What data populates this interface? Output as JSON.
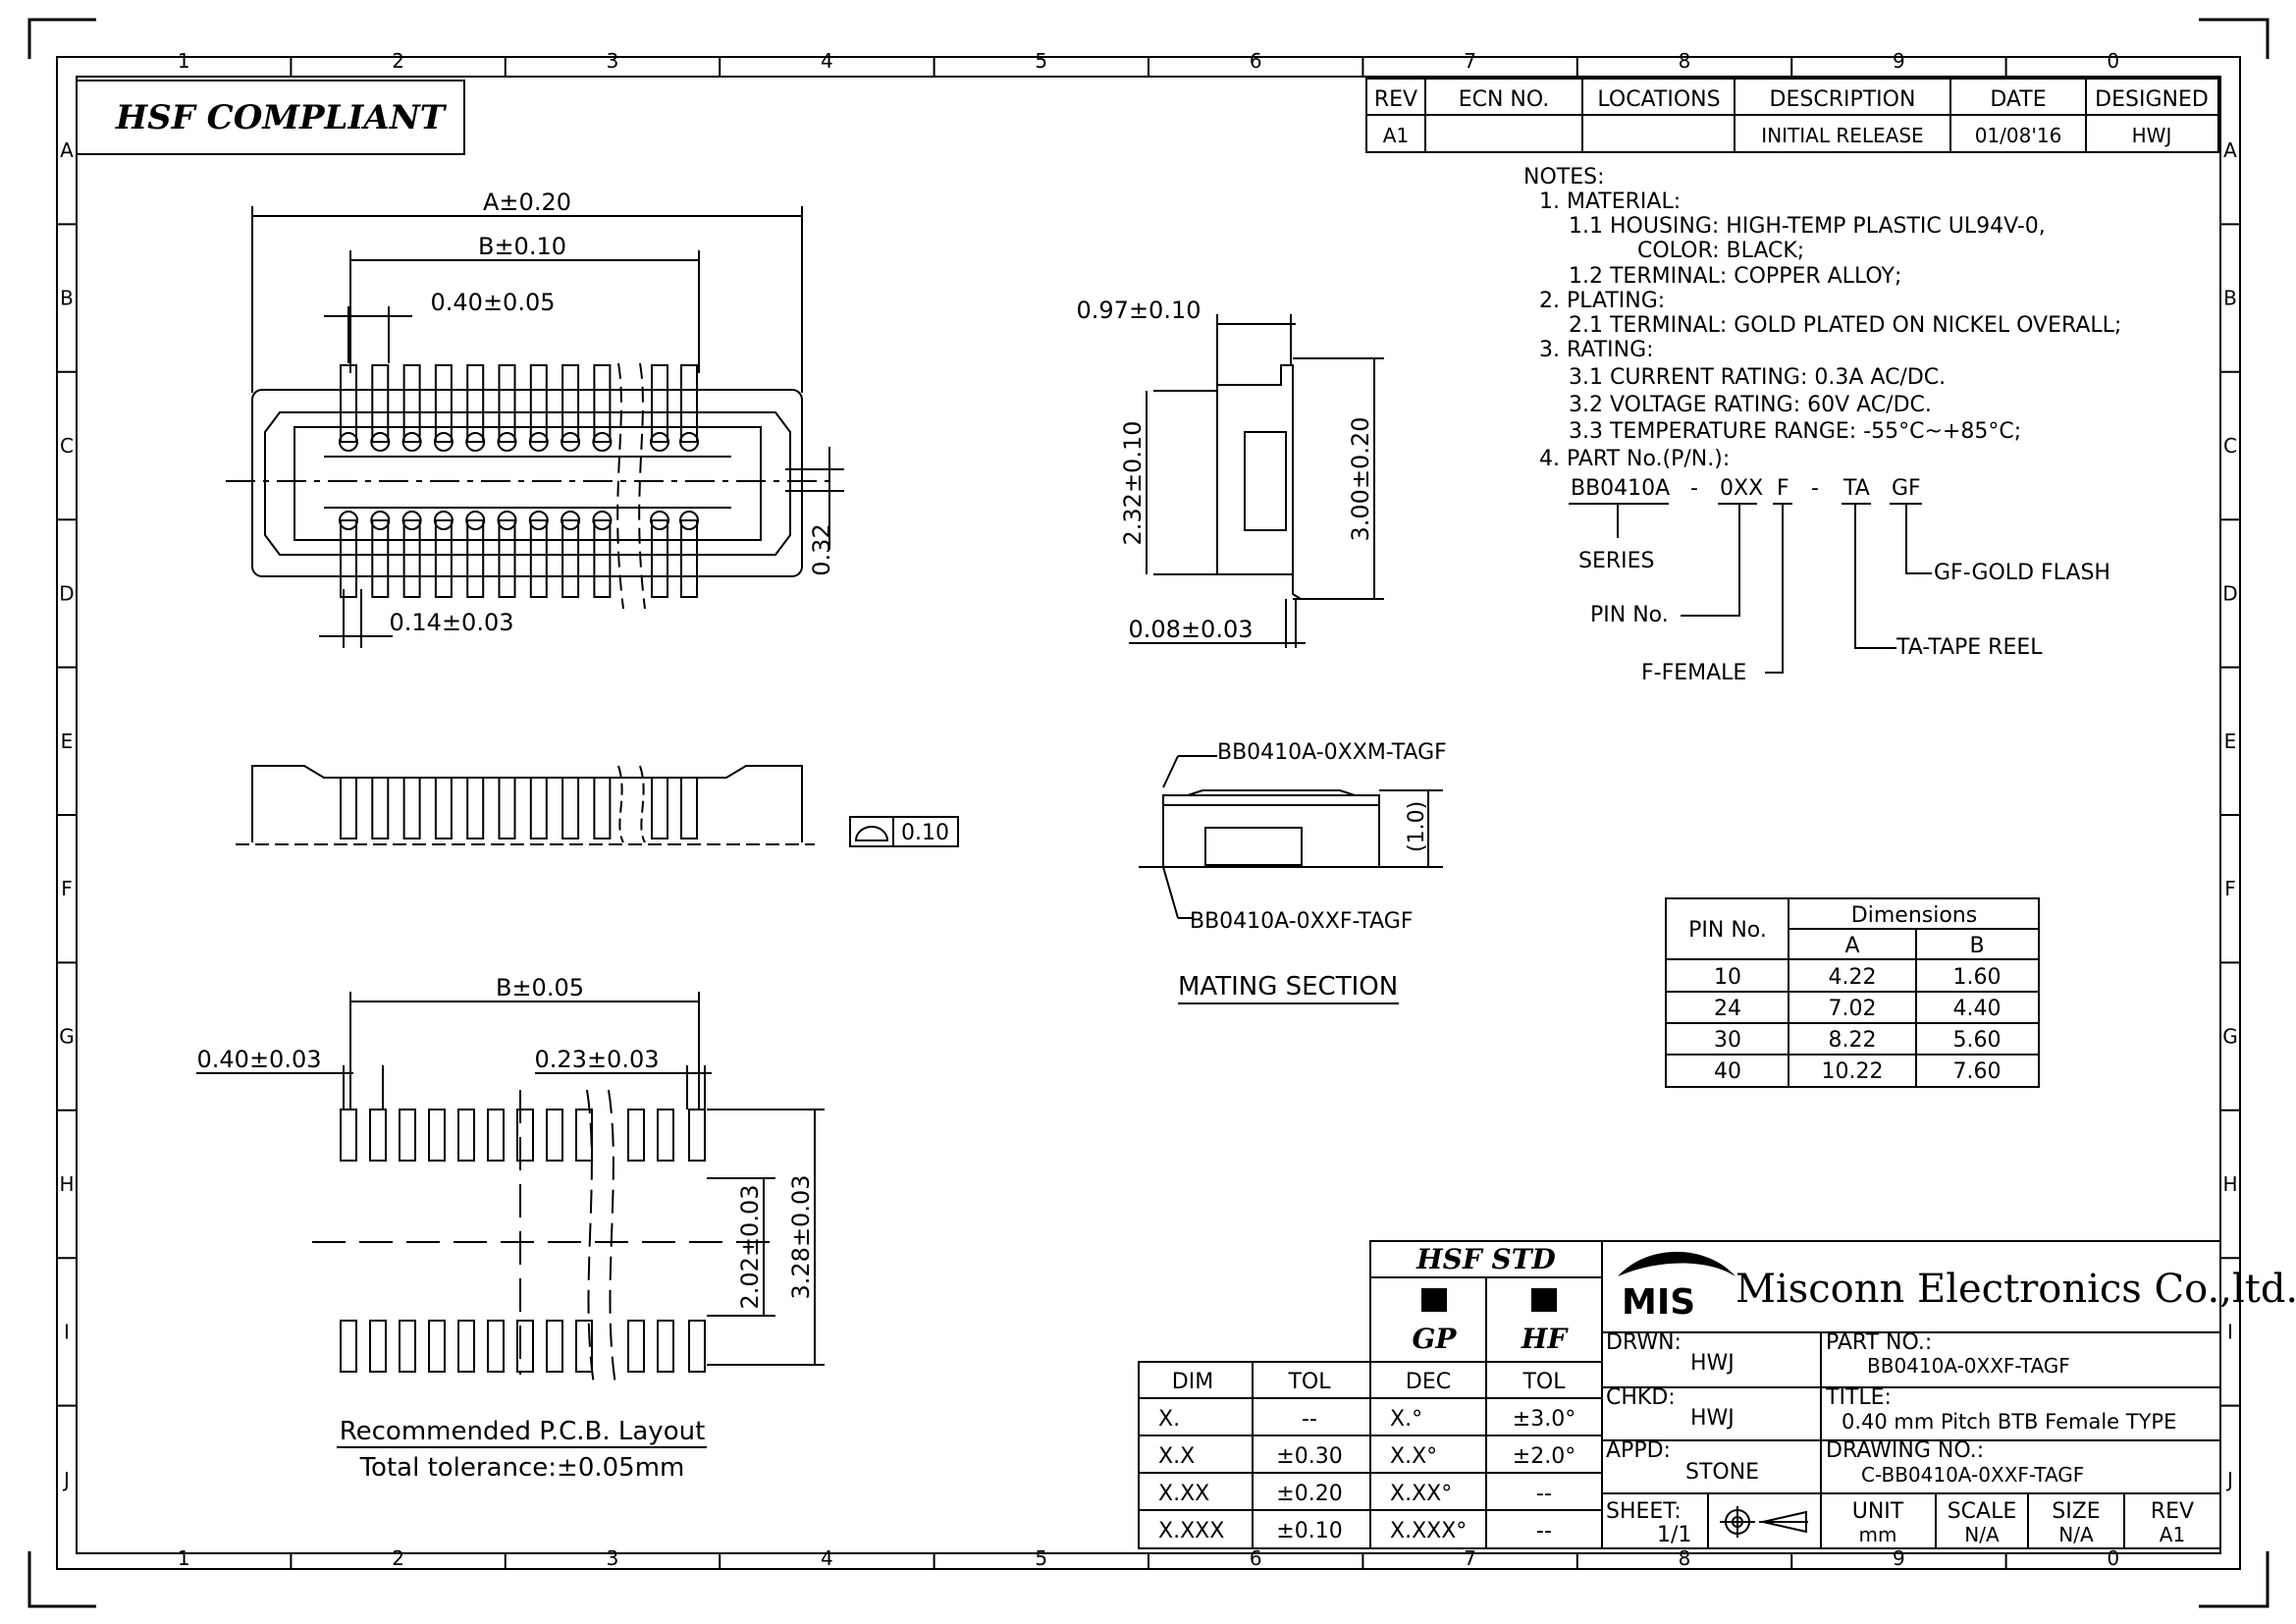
{
  "frame": {
    "columns": [
      "1",
      "2",
      "3",
      "4",
      "5",
      "6",
      "7",
      "8",
      "9",
      "0"
    ],
    "rows": [
      "A",
      "B",
      "C",
      "D",
      "E",
      "F",
      "G",
      "H",
      "I",
      "J"
    ]
  },
  "compliance_label": "HSF COMPLIANT",
  "revision_table": {
    "headers": [
      "REV",
      "ECN NO.",
      "LOCATIONS",
      "DESCRIPTION",
      "DATE",
      "DESIGNED"
    ],
    "rows": [
      [
        "A1",
        "",
        "",
        "INITIAL RELEASE",
        "01/08'16",
        "HWJ"
      ]
    ]
  },
  "notes": {
    "heading": "NOTES:",
    "lines": [
      "1. MATERIAL:",
      "1.1 HOUSING: HIGH-TEMP PLASTIC UL94V-0,",
      "COLOR: BLACK;",
      "1.2 TERMINAL: COPPER ALLOY;",
      "2. PLATING:",
      "2.1 TERMINAL: GOLD PLATED ON NICKEL OVERALL;",
      "3. RATING:",
      "3.1 CURRENT RATING: 0.3A AC/DC.",
      "3.2 VOLTAGE RATING: 60V AC/DC.",
      "3.3 TEMPERATURE RANGE: -55°C~+85°C;",
      "4. PART No.(P/N.):"
    ]
  },
  "part_code": {
    "segments": [
      "BB0410A",
      "-",
      "0XX",
      "F",
      "-",
      "TA",
      "GF"
    ],
    "callouts": {
      "series": "SERIES",
      "pin_no": "PIN No.",
      "female": "F-FEMALE",
      "tape_reel": "TA-TAPE REEL",
      "gold_flash": "GF-GOLD FLASH"
    }
  },
  "top_view_dims": {
    "a": "A±0.20",
    "b": "B±0.10",
    "pitch": "0.40±0.05",
    "pin_width": "0.14±0.03",
    "offset": "0.32"
  },
  "side_view": {
    "flatness_value": "0.10"
  },
  "end_view_dims": {
    "top": "0.97±0.10",
    "height_inner": "2.32±0.10",
    "height_outer": "3.00±0.20",
    "foot": "0.08±0.03"
  },
  "mating": {
    "male_label": "BB0410A-0XXM-TAGF",
    "female_label": "BB0410A-0XXF-TAGF",
    "height": "(1.0)",
    "caption": "MATING SECTION"
  },
  "pcb_layout": {
    "b": "B±0.05",
    "pitch": "0.40±0.03",
    "pad_width": "0.23±0.03",
    "inner": "2.02±0.03",
    "outer": "3.28±0.03",
    "caption": "Recommended P.C.B. Layout",
    "tolerance": "Total tolerance:±0.05mm"
  },
  "dimension_table": {
    "title": "Dimensions",
    "pin_header": "PIN No.",
    "col_a": "A",
    "col_b": "B",
    "rows": [
      [
        "10",
        "4.22",
        "1.60"
      ],
      [
        "24",
        "7.02",
        "4.40"
      ],
      [
        "30",
        "8.22",
        "5.60"
      ],
      [
        "40",
        "10.22",
        "7.60"
      ]
    ]
  },
  "tolerance_table": {
    "headers": [
      "DIM",
      "TOL"
    ],
    "rows": [
      [
        "X.",
        "--"
      ],
      [
        "X.X",
        "±0.30"
      ],
      [
        "X.XX",
        "±0.20"
      ],
      [
        "X.XXX",
        "±0.10"
      ]
    ]
  },
  "angle_table": {
    "headers": [
      "DEC",
      "TOL"
    ],
    "rows": [
      [
        "X.°",
        "±3.0°"
      ],
      [
        "X.X°",
        "±2.0°"
      ],
      [
        "X.XX°",
        "--"
      ],
      [
        "X.XXX°",
        "--"
      ]
    ]
  },
  "hsf_std": {
    "title": "HSF STD",
    "gp": "GP",
    "hf": "HF"
  },
  "title_block": {
    "logo": "MIS",
    "company": "Misconn Electronics Co.,ltd.",
    "drawn_label": "DRWN:",
    "drawn": "HWJ",
    "checked_label": "CHKD:",
    "checked": "HWJ",
    "approved_label": "APPD:",
    "approved": "STONE",
    "part_no_label": "PART NO.:",
    "part_no": "BB0410A-0XXF-TAGF",
    "title_label": "TITLE:",
    "title": "0.40 mm Pitch BTB Female TYPE",
    "drawing_no_label": "DRAWING NO.:",
    "drawing_no": "C-BB0410A-0XXF-TAGF",
    "sheet_label": "SHEET:",
    "sheet": "1/1",
    "unit_label": "UNIT",
    "unit": "mm",
    "scale_label": "SCALE",
    "scale": "N/A",
    "size_label": "SIZE",
    "size": "N/A",
    "rev_label": "REV",
    "rev": "A1"
  }
}
